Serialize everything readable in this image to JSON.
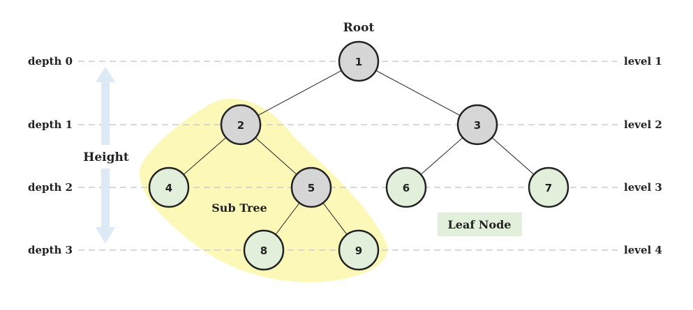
{
  "title": "Root",
  "depth_labels": [
    "depth 0",
    "depth 1",
    "depth 2",
    "depth 3"
  ],
  "level_labels": [
    "level 1",
    "level 2",
    "level 3",
    "level 4"
  ],
  "height_label": "Height",
  "subtree_label": "Sub Tree",
  "leaf_label": "Leaf Node",
  "nodes": {
    "n1": "1",
    "n2": "2",
    "n3": "3",
    "n4": "4",
    "n5": "5",
    "n6": "6",
    "n7": "7",
    "n8": "8",
    "n9": "9"
  },
  "colors": {
    "internal_node": "#d6d6d6",
    "leaf_node": "#e2efda",
    "subtree_highlight": "#fbf8b8",
    "height_arrow": "#dde9f5",
    "leaf_badge": "#e2efda",
    "guide_line": "#cccccc"
  }
}
